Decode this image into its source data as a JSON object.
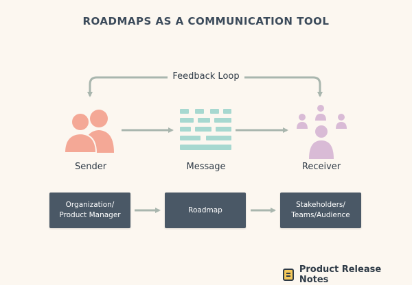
{
  "title": "ROADMAPS AS A COMMUNICATION TOOL",
  "feedback": {
    "label": "Feedback Loop"
  },
  "nodes": {
    "sender": {
      "label": "Sender",
      "icon": "people-silhouette-icon"
    },
    "message": {
      "label": "Message",
      "icon": "message-blocks-icon"
    },
    "receiver": {
      "label": "Receiver",
      "icon": "audience-icon"
    }
  },
  "boxes": {
    "organization": {
      "label": "Organization/\nProduct Manager"
    },
    "roadmap": {
      "label": "Roadmap"
    },
    "stakeholders": {
      "label": "Stakeholders/\nTeams/Audience"
    }
  },
  "brand": {
    "label": "Product Release Notes",
    "icon": "notes-icon"
  },
  "colors": {
    "background": "#FCF7F0",
    "sender": "#F4A896",
    "message": "#A7D8D0",
    "receiver": "#D9BBD6",
    "arrow": "#A9B6AE",
    "box": "#4A5866"
  }
}
